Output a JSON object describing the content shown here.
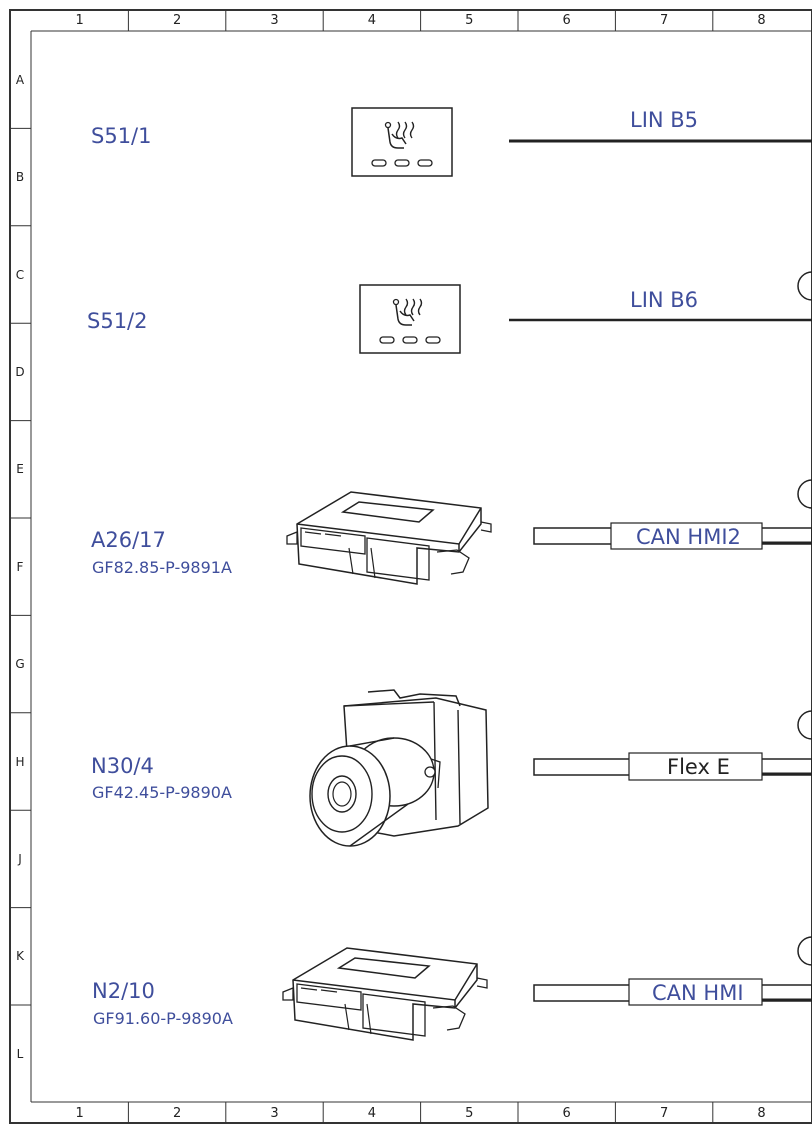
{
  "colors": {
    "label": "#3f4e9c",
    "line": "#222222",
    "frame": "#333333"
  },
  "grid": {
    "columns": [
      "1",
      "2",
      "3",
      "4",
      "5",
      "6",
      "7",
      "8"
    ],
    "rows": [
      "A",
      "B",
      "C",
      "D",
      "E",
      "F",
      "G",
      "H",
      "J",
      "K",
      "L"
    ]
  },
  "components": [
    {
      "id": "S51/1",
      "code": "",
      "icon": "seat-heater-switch-icon",
      "bus": "LIN B5",
      "bus_style": "line"
    },
    {
      "id": "S51/2",
      "code": "",
      "icon": "seat-heater-switch-icon",
      "bus": "LIN B6",
      "bus_style": "line"
    },
    {
      "id": "A26/17",
      "code": "GF82.85-P-9891A",
      "icon": "control-unit-icon",
      "bus": "CAN HMI2",
      "bus_style": "box"
    },
    {
      "id": "N30/4",
      "code": "GF42.45-P-9890A",
      "icon": "abs-unit-icon",
      "bus": "Flex E",
      "bus_style": "box"
    },
    {
      "id": "N2/10",
      "code": "GF91.60-P-9890A",
      "icon": "control-unit-icon",
      "bus": "CAN HMI",
      "bus_style": "box"
    }
  ]
}
